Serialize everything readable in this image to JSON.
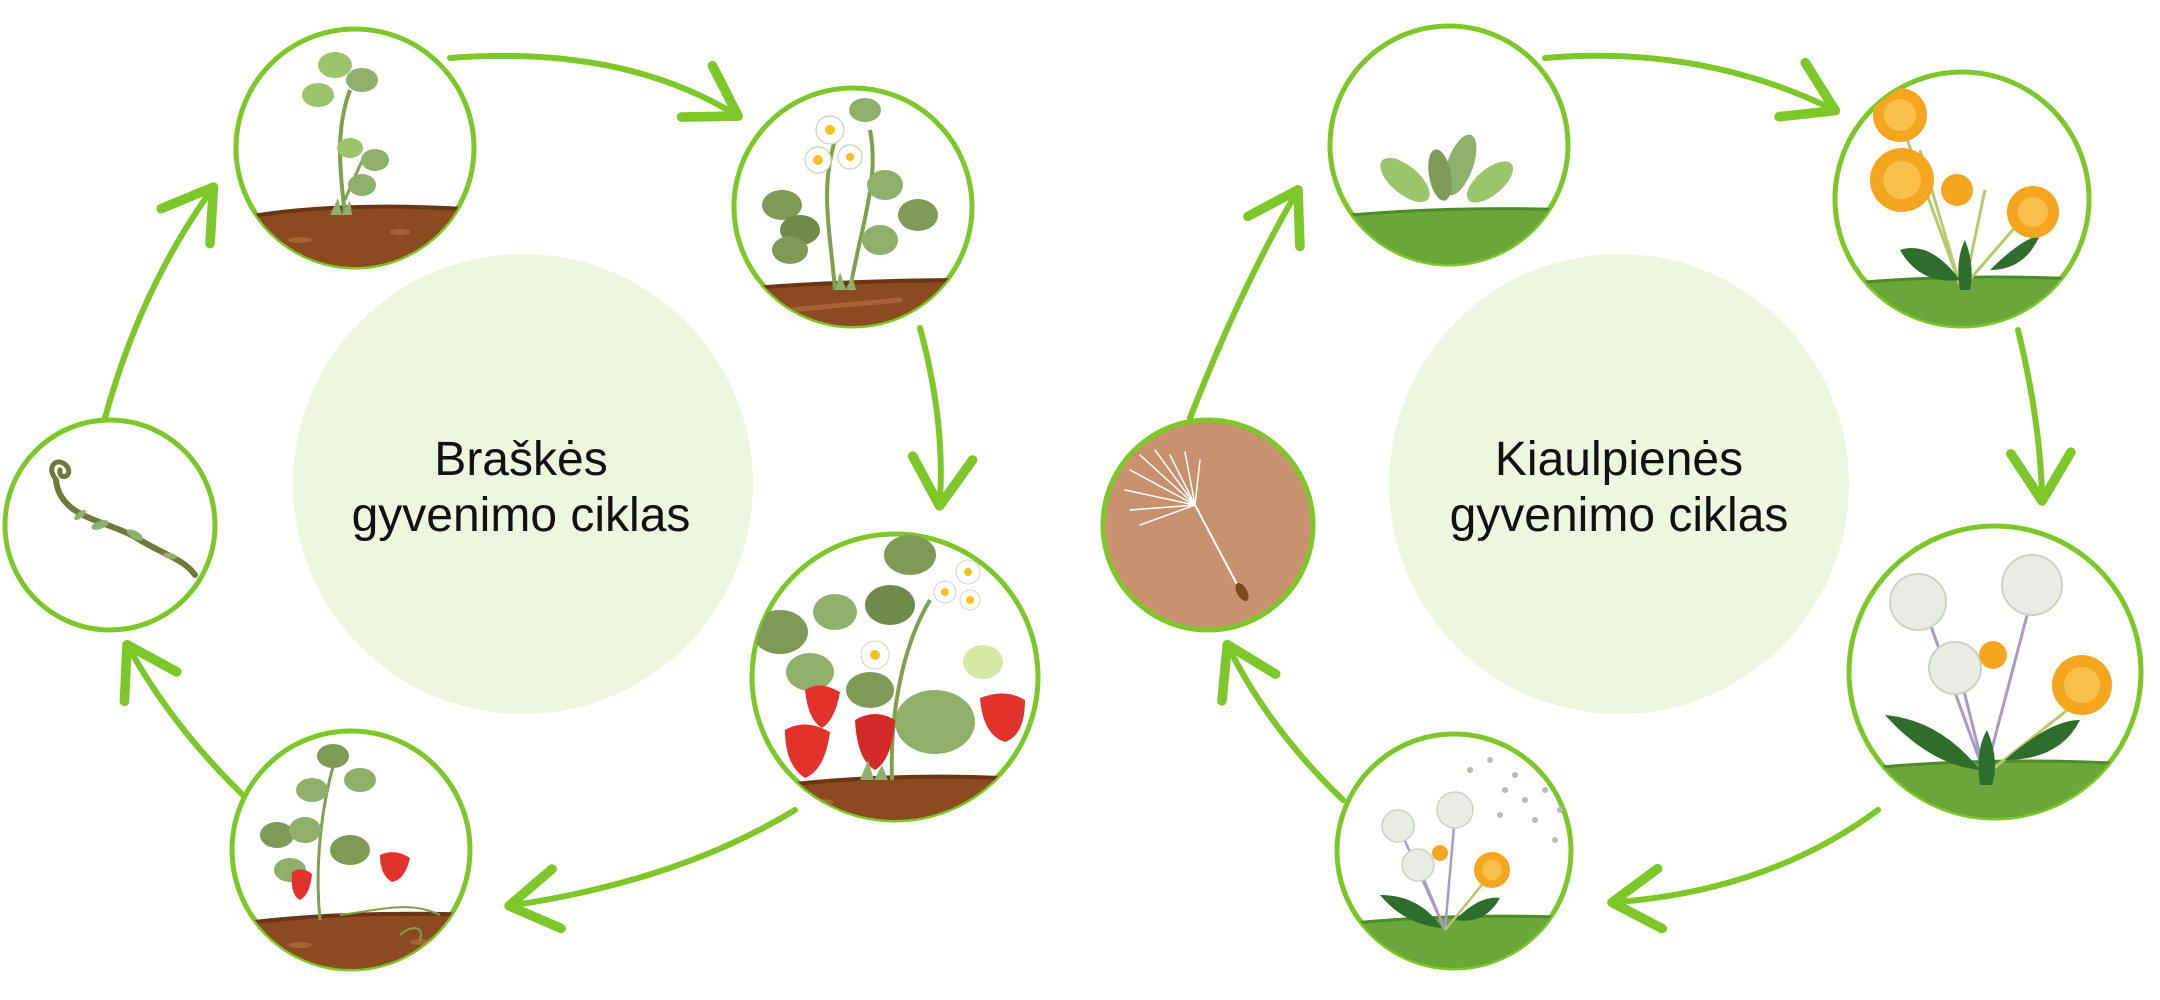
{
  "colors": {
    "ring": "#7dc828",
    "arrow": "#7dc828",
    "center_fill": "#eef6e0",
    "soil": "#8b4a1f",
    "grass": "#6aa63a",
    "leaf": "#8fb06a",
    "berry": "#e2322c",
    "dandelion_yellow": "#f6a51f",
    "seed_bg": "#c6916c"
  },
  "cycles": [
    {
      "id": "strawberry",
      "title_line1": "Braškės",
      "title_line2": "gyvenimo ciklas",
      "stages": [
        "runner-icon",
        "seedling-icon",
        "flowering-plant-icon",
        "fruiting-plant-icon",
        "ripe-plant-icon"
      ]
    },
    {
      "id": "dandelion",
      "title_line1": "Kiaulpienės",
      "title_line2": "gyvenimo ciklas",
      "stages": [
        "seed-icon",
        "rosette-icon",
        "flowering-dandelion-icon",
        "seed-head-icon",
        "dispersal-icon"
      ]
    }
  ]
}
